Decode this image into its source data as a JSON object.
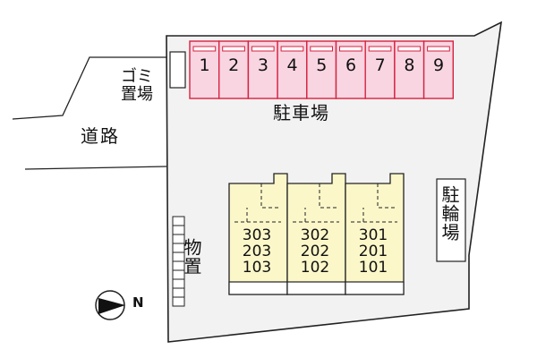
{
  "labels": {
    "road": "道路",
    "garbage": "ゴミ\n置場",
    "parking": "駐車場",
    "bicycle": "駐輪場",
    "storage": "物置",
    "north": "N"
  },
  "parking_slots": [
    "1",
    "2",
    "3",
    "4",
    "5",
    "6",
    "7",
    "8",
    "9"
  ],
  "buildings": [
    {
      "floors": [
        "303",
        "203",
        "103"
      ]
    },
    {
      "floors": [
        "302",
        "202",
        "102"
      ]
    },
    {
      "floors": [
        "301",
        "201",
        "101"
      ]
    }
  ],
  "colors": {
    "parking_fill": "#f9d5e2",
    "parking_stroke": "#d6223f",
    "building_fill": "#fbf7c9",
    "lot_fill": "#f2f2f2",
    "outline": "#222222"
  }
}
